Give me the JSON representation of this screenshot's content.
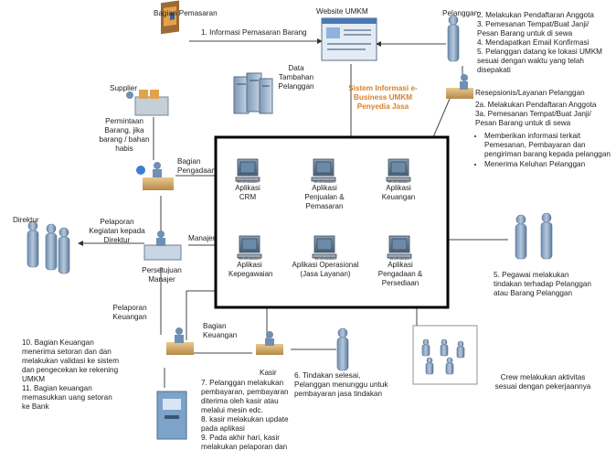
{
  "core": {
    "title": "Sistem Informasi e-Business UMKM Penyedia Jasa",
    "workstation_label": "Workstation",
    "apps": [
      {
        "name": "Aplikasi\nCRM"
      },
      {
        "name": "Aplikasi\nPenjualan &\nPemasaran"
      },
      {
        "name": "Aplikasi\nKeuangan"
      },
      {
        "name": "Aplikasi\nKepegawaian"
      },
      {
        "name": "Aplikasi Operasional\n(Jasa Layanan)"
      },
      {
        "name": "Aplikasi\nPengadaan &\nPersediaan"
      }
    ]
  },
  "actors": {
    "bagian_pemasaran": "Bagian Pemasaran",
    "website": "Website UMKM",
    "pelanggan": "Pelanggan",
    "data_tambahan": "Data\nTambahan\nPelanggan",
    "resepsionis": "Resepsionis/Layanan Pelanggan",
    "supplier": "Supplier",
    "bagian_pengadaan": "Bagian\nPengadaan",
    "direktur": "Direktur",
    "manajer": "Manajer",
    "persetujuan": "Persetujuan\nManajer",
    "bagian_keuangan": "Bagian\nKeuangan",
    "kasir": "Kasir"
  },
  "notes": {
    "informasi_pemasaran": "1. Informasi Pemasaran Barang",
    "pelanggan_steps": "2. Melakukan Pendaftaran Anggota\n3. Pemesanan Tempat/Buat Janji/\nPesan Barang untuk di sewa\n4. Mendapatkan Email Konfirmasi\n5. Pelanggan datang ke lokasi UMKM\nsesuai dengan waktu yang telah\ndisepakati",
    "resepsionis_steps": "2a. Melakukan Pendaftaran Anggota\n3a. Pemesanan Tempat/Buat Janji/\nPesan Barang untuk di sewa",
    "resepsionis_bullets": [
      "Memberikan informasi terkait Pemesanan, Pembayaran dan pengiriman barang kepada pelanggan",
      "Menerima Keluhan Pelanggan"
    ],
    "permintaan_barang": "Permintaan\nBarang, jika\nbarang / bahan\nhabis",
    "pelaporan_direktur": "Pelaporan\nKegiatan kepada\nDirektur",
    "pelaporan_keuangan": "Pelaporan\nKeuangan",
    "pegawai_tindakan": "5. Pegawai melakukan\ntindakan terhadap Pelanggan\natau Barang Pelanggan",
    "crew": "Crew melakukan aktivitas\nsesuai dengan pekerjaannya",
    "keuangan_steps": "10. Bagian Keuangan\nmenerima setoran dan dan\nmelakukan validasi ke sistem\ndan pengecekan ke rekening\nUMKM\n11. Bagian keuangan\nmemasukkan uang setoran\nke Bank",
    "kasir_steps": "7. Pelanggan melakukan\npembayaran, pembayaran\nditerima oleh kasir atau\nmelalui mesin edc.\n8. kasir melakukan update\npada aplikasi\n9. Pada akhir hari, kasir\nmelakukan pelaporan dan",
    "tindakan_selesai": "6. Tindakan selesai,\nPelanggan menunggu untuk\npembayaran jasa tindakan"
  }
}
